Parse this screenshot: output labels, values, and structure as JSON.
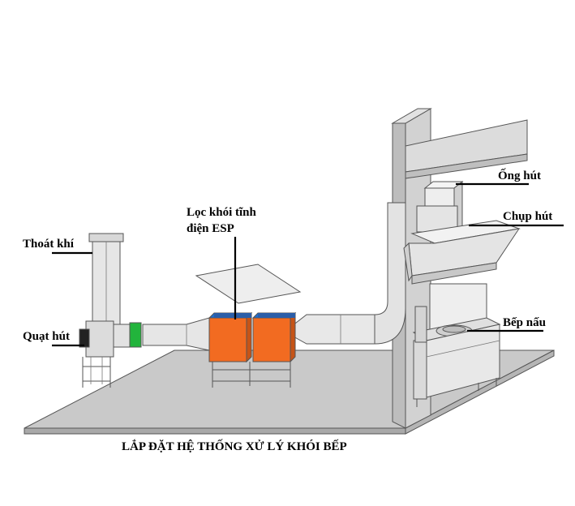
{
  "labels": {
    "exhaust": "Thoát khí",
    "fan": "Quạt hút",
    "esp_line1": "Lọc khói tĩnh",
    "esp_line2": "điện ESP",
    "duct": "Ống hút",
    "hood": "Chụp hút",
    "stove": "Bếp nấu"
  },
  "caption": "LẮP ĐẶT HỆ THỐNG XỬ LÝ KHÓI BẾP",
  "colors": {
    "esp_body": "#f26b21",
    "esp_top": "#1f6fd1",
    "fan_collar": "#22b43c",
    "floor": "#c9c9c9",
    "wall": "#d2d2d2",
    "metal": "#e6e6e6"
  }
}
